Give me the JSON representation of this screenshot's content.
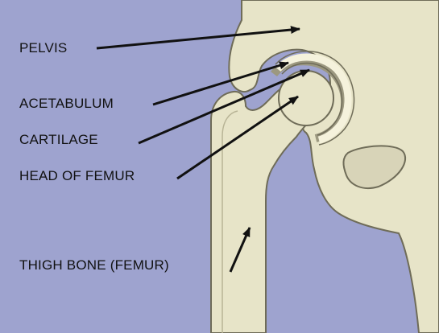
{
  "diagram": {
    "labels": {
      "pelvis": "PELVIS",
      "acetabulum": "ACETABULUM",
      "cartilage": "CARTILAGE",
      "head_of_femur": "HEAD OF FEMUR",
      "thigh_bone": "THIGH BONE (FEMUR)"
    },
    "colors": {
      "background": "#9ea3cf",
      "bone_fill": "#e7e4c8",
      "bone_outline": "#6f6c58",
      "cartilage_fill": "#f5f2dc",
      "joint_cavity": "#e0dcc0",
      "label_text": "#111111",
      "arrow": "#111111"
    }
  }
}
